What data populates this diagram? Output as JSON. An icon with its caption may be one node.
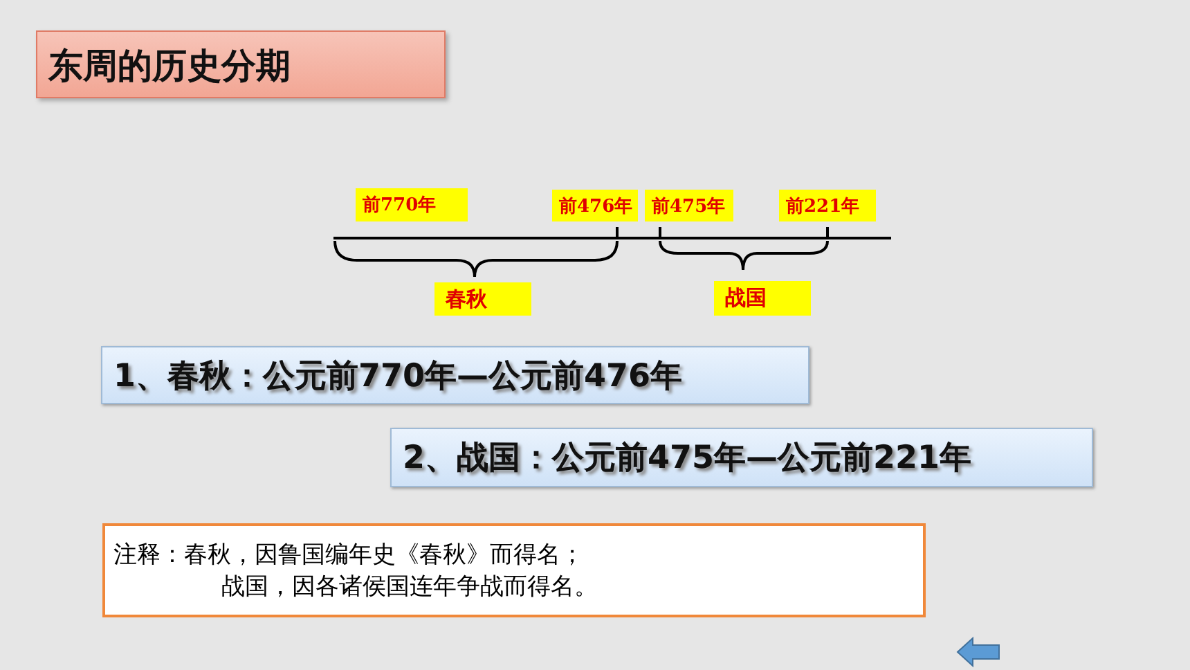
{
  "diagram": {
    "title": "东周的历史分期",
    "nodes": [
      {
        "text": [
          "前770年"
        ]
      },
      {
        "text": [
          "前476年"
        ]
      },
      {
        "text": [
          "前475年"
        ]
      },
      {
        "text": [
          "前221年"
        ]
      },
      {
        "text": [
          "春秋"
        ]
      },
      {
        "text": [
          "战国"
        ]
      },
      {
        "text": [
          "1、春秋：公元前770年—公元前476年"
        ]
      },
      {
        "text": [
          "2、战国：公元前475年—公元前221年"
        ]
      },
      {
        "text": [
          "注释：春秋，因鲁国编年史《春秋》而得名；",
          "战国，因各诸侯国连年争战而得名。"
        ]
      }
    ],
    "edges": []
  }
}
